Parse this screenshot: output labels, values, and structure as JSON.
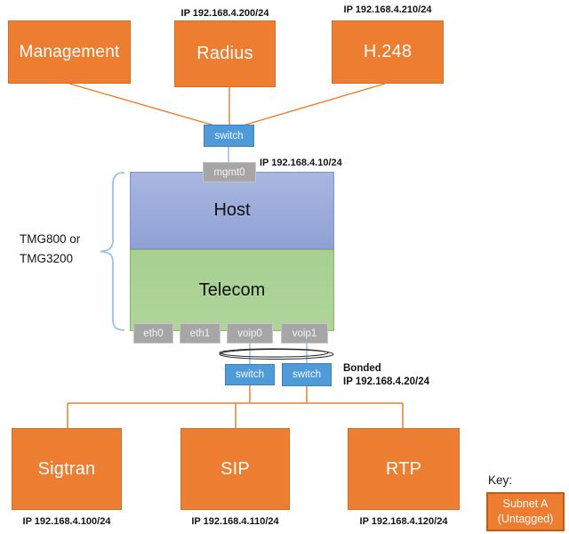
{
  "nodes": {
    "management": {
      "label": "Management"
    },
    "radius": {
      "label": "Radius",
      "ip": "IP 192.168.4.200/24"
    },
    "h248": {
      "label": "H.248",
      "ip": "IP 192.168.4.210/24"
    },
    "top_switch": {
      "label": "switch"
    },
    "mgmt_port": {
      "label": "mgmt0",
      "ip": "IP 192.168.4.10/24"
    },
    "device": {
      "bracket_label": [
        "TMG800 or",
        "TMG3200"
      ],
      "host": {
        "label": "Host"
      },
      "telecom": {
        "label": "Telecom"
      },
      "ports": [
        "eth0",
        "eth1",
        "voip0",
        "voip1"
      ]
    },
    "bond_switch_left": {
      "label": "switch"
    },
    "bond_switch_right": {
      "label": "switch"
    },
    "bond_note": {
      "line1": "Bonded",
      "line2": "IP 192.168.4.20/24"
    },
    "sigtran": {
      "label": "Sigtran",
      "ip": "IP 192.168.4.100/24"
    },
    "sip": {
      "label": "SIP",
      "ip": "IP 192.168.4.110/24"
    },
    "rtp": {
      "label": "RTP",
      "ip": "IP 192.168.4.120/24"
    }
  },
  "key": {
    "title": "Key:",
    "entry": {
      "line1": "Subnet A",
      "line2": "(Untagged)"
    }
  },
  "colors": {
    "subnet_a_orange": "#ED7D31",
    "subnet_a_border": "#C55A11",
    "switch_blue": "#4F9BD9",
    "host_blue": "#9FAEDB",
    "telecom_green": "#ABD295",
    "port_gray": "#A6A6A6",
    "connector_orange": "#E8802F",
    "connector_light_blue": "#9DC3E6",
    "bond_ellipse_stroke": "#2B2B2B"
  }
}
